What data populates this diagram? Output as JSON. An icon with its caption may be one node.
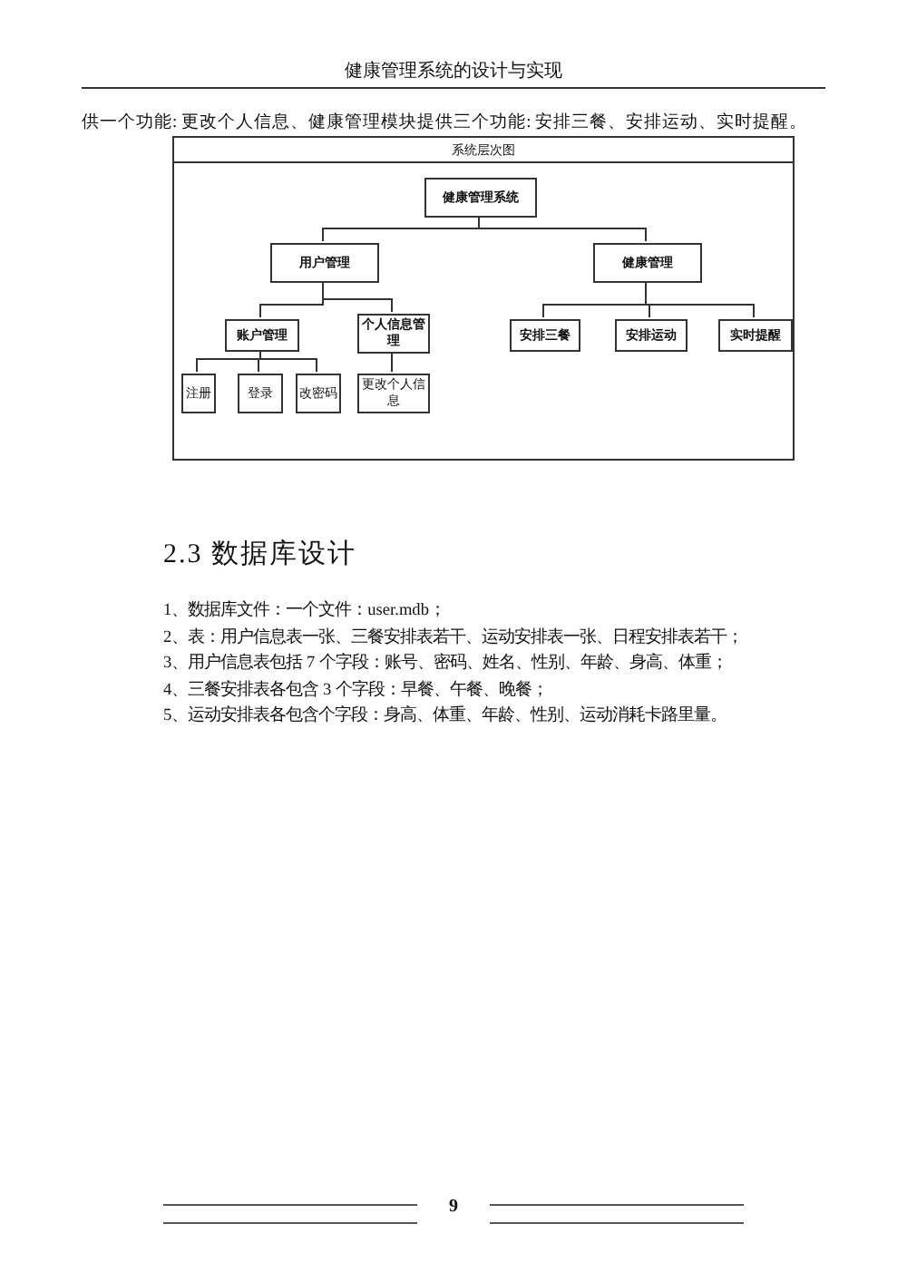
{
  "diagram": {
    "title": "健康管理系统的设计与实现",
    "nodes": [
      {
        "text": [
          "系统层次图"
        ]
      },
      {
        "text": [
          "健康管理系统"
        ],
        "in": 0
      },
      {
        "text": [
          "用户管理"
        ],
        "in": 0
      },
      {
        "text": [
          "健康管理"
        ],
        "in": 0
      },
      {
        "text": [
          "账户管理"
        ],
        "in": 0
      },
      {
        "text": [
          "个人信息管理"
        ],
        "in": 0
      },
      {
        "text": [
          "安排三餐"
        ],
        "in": 0
      },
      {
        "text": [
          "安排运动"
        ],
        "in": 0
      },
      {
        "text": [
          "实时提醒"
        ],
        "in": 0
      },
      {
        "text": [
          "注册"
        ],
        "in": 0
      },
      {
        "text": [
          "登录"
        ],
        "in": 0
      },
      {
        "text": [
          "改密码"
        ],
        "in": 0
      },
      {
        "text": [
          "更改个人信息"
        ],
        "in": 0
      }
    ],
    "edges": [
      {
        "from": 1,
        "to": 2,
        "arrow": "none"
      },
      {
        "from": 1,
        "to": 3,
        "arrow": "none"
      },
      {
        "from": 2,
        "to": 4,
        "arrow": "none"
      },
      {
        "from": 2,
        "to": 5,
        "arrow": "none"
      },
      {
        "from": 3,
        "to": 6,
        "arrow": "none"
      },
      {
        "from": 3,
        "to": 7,
        "arrow": "none"
      },
      {
        "from": 3,
        "to": 8,
        "arrow": "none"
      },
      {
        "from": 4,
        "to": 9,
        "arrow": "none"
      },
      {
        "from": 4,
        "to": 10,
        "arrow": "none"
      },
      {
        "from": 4,
        "to": 11,
        "arrow": "none"
      },
      {
        "from": 5,
        "to": 12,
        "arrow": "none"
      }
    ],
    "labels": [
      "供一个功能: 更改个人信息、健康管理模块提供三个功能: 安排三餐、安排运动、实时提醒。",
      "2.3 数据库设计",
      "1、数据库文件：一个文件：user.mdb；",
      "2、表：用户信息表一张、三餐安排表若干、运动安排表一张、日程安排表若干；",
      "3、用户信息表包括 7 个字段：账号、密码、姓名、性别、年龄、身高、体重；",
      "4、三餐安排表各包含 3 个字段：早餐、午餐、晚餐；",
      "5、运动安排表各包含个字段：身高、体重、年龄、性别、运动消耗卡路里量。",
      "9"
    ]
  }
}
